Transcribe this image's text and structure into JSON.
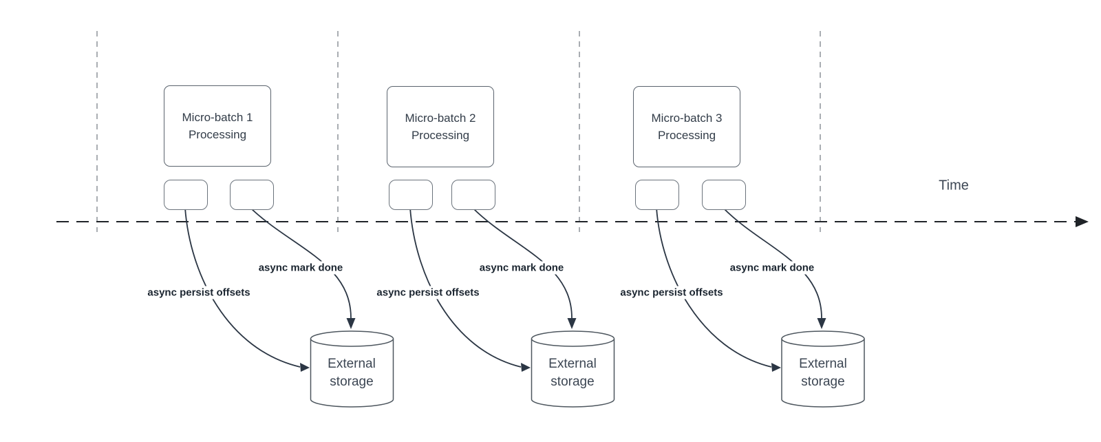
{
  "diagram": {
    "time_axis_label": "Time"
  },
  "batches": [
    {
      "title_line1": "Micro-batch 1",
      "title_line2": "Processing",
      "persist_label": "async persist offsets",
      "mark_done_label": "async mark done",
      "storage_line1": "External",
      "storage_line2": "storage"
    },
    {
      "title_line1": "Micro-batch 2",
      "title_line2": "Processing",
      "persist_label": "async persist offsets",
      "mark_done_label": "async mark done",
      "storage_line1": "External",
      "storage_line2": "storage"
    },
    {
      "title_line1": "Micro-batch 3",
      "title_line2": "Processing",
      "persist_label": "async persist offsets",
      "mark_done_label": "async mark done",
      "storage_line1": "External",
      "storage_line2": "storage"
    }
  ],
  "colors": {
    "background": "#ffffff",
    "connector_line": "#2b3644",
    "timeline_line": "#1f2328",
    "guide_line": "#a9adb2",
    "box_border": "#5a636d",
    "box_text": "#323c48",
    "label_text": "#1b2530",
    "storage_text": "#3c4653"
  }
}
